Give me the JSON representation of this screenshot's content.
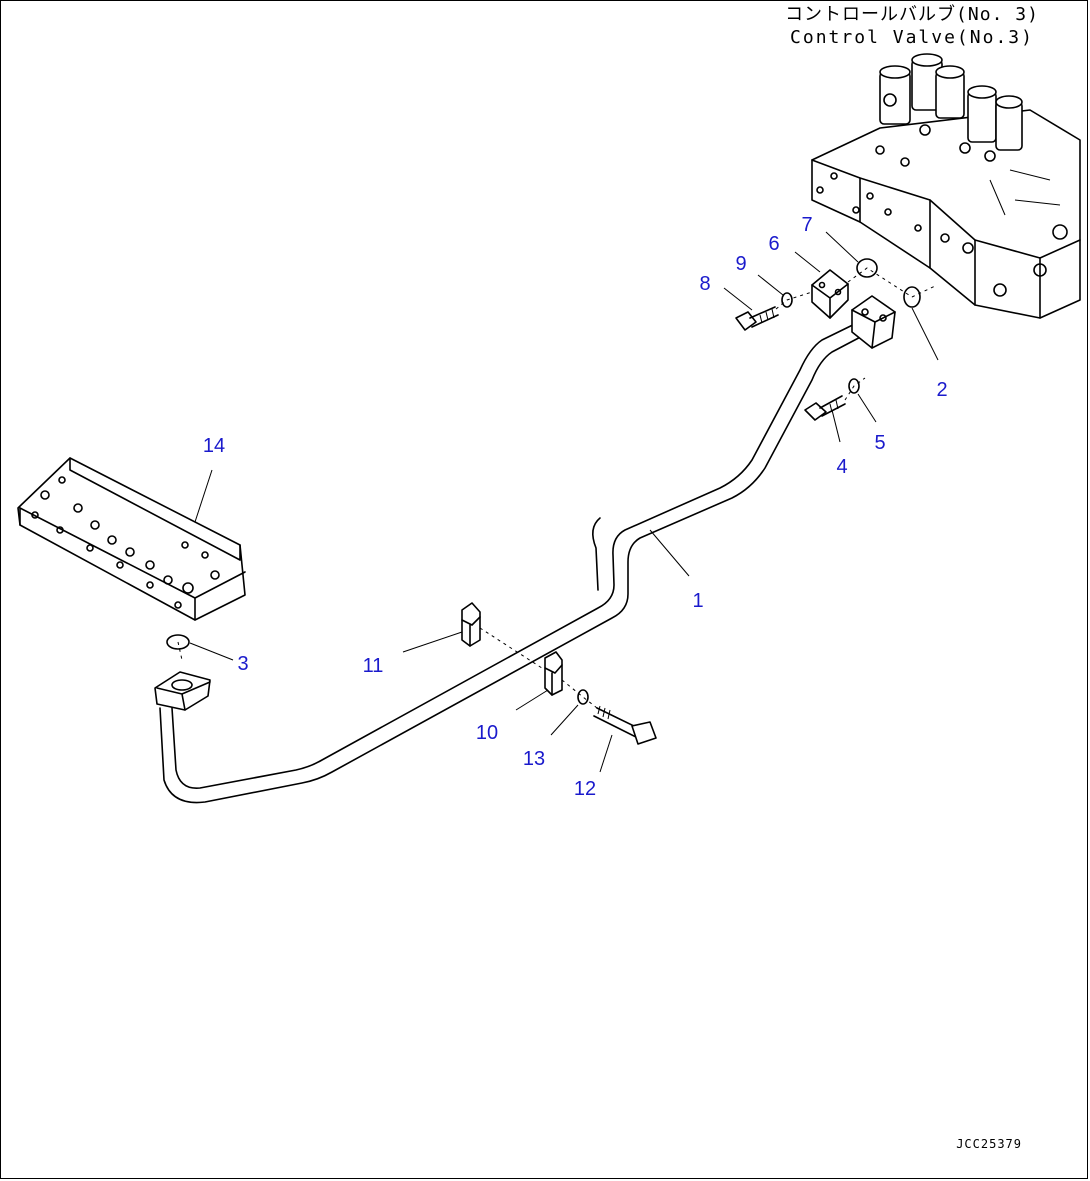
{
  "title": {
    "japanese": "コントロールバルブ(No. 3)",
    "english": "Control Valve(No.3)"
  },
  "drawing_id": "JCC25379",
  "callouts": [
    "1",
    "2",
    "3",
    "4",
    "5",
    "6",
    "7",
    "8",
    "9",
    "10",
    "11",
    "12",
    "13",
    "14"
  ],
  "colors": {
    "callout": "#1a1acc",
    "line": "#000000",
    "background": "#ffffff"
  }
}
